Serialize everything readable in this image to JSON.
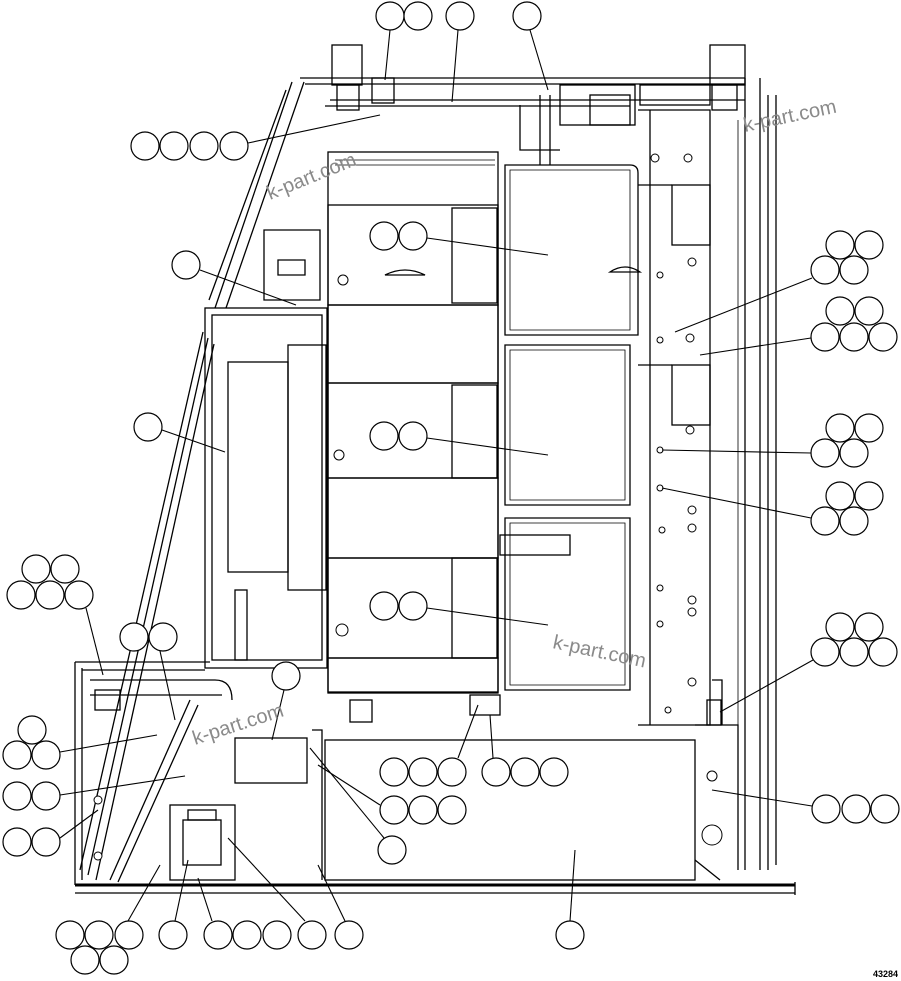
{
  "watermarks": [
    {
      "text": "k-part.com"
    },
    {
      "text": "k-part.com"
    },
    {
      "text": "k-part.com"
    },
    {
      "text": "k-part.com"
    }
  ],
  "document_number": "43284"
}
